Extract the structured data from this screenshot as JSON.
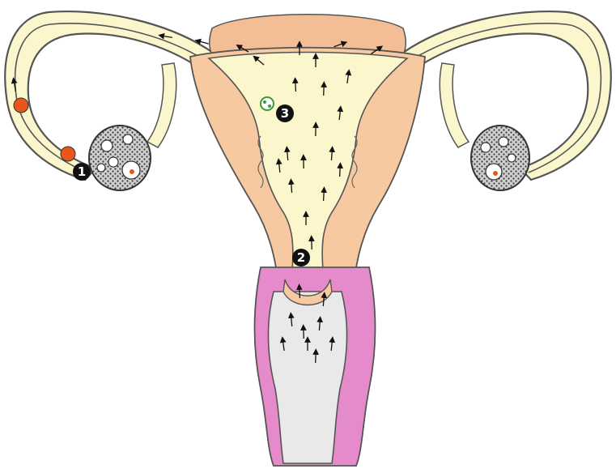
{
  "markers": [
    {
      "id": "1",
      "label": "1"
    },
    {
      "id": "2",
      "label": "2"
    },
    {
      "id": "3",
      "label": "3"
    }
  ],
  "colors": {
    "uterine_wall": "#f6c9a0",
    "fundus_top": "#f3be96",
    "cavity": "#fbf6cc",
    "tube_fill": "#fbf6cc",
    "tube_outline": "#555555",
    "vagina_wall": "#e58acb",
    "vagina_lumen": "#e9e9e9",
    "ovary_fill": "#8c8c8c",
    "egg": "#e8561c",
    "marker_fill": "#111111",
    "fertilized_egg": "#3a9a3a"
  },
  "icons": {
    "ovary": "stippled-ovary-icon",
    "egg": "orange-egg-icon",
    "sperm": "sperm-arrow-icon",
    "zygote": "green-cell-icon"
  }
}
